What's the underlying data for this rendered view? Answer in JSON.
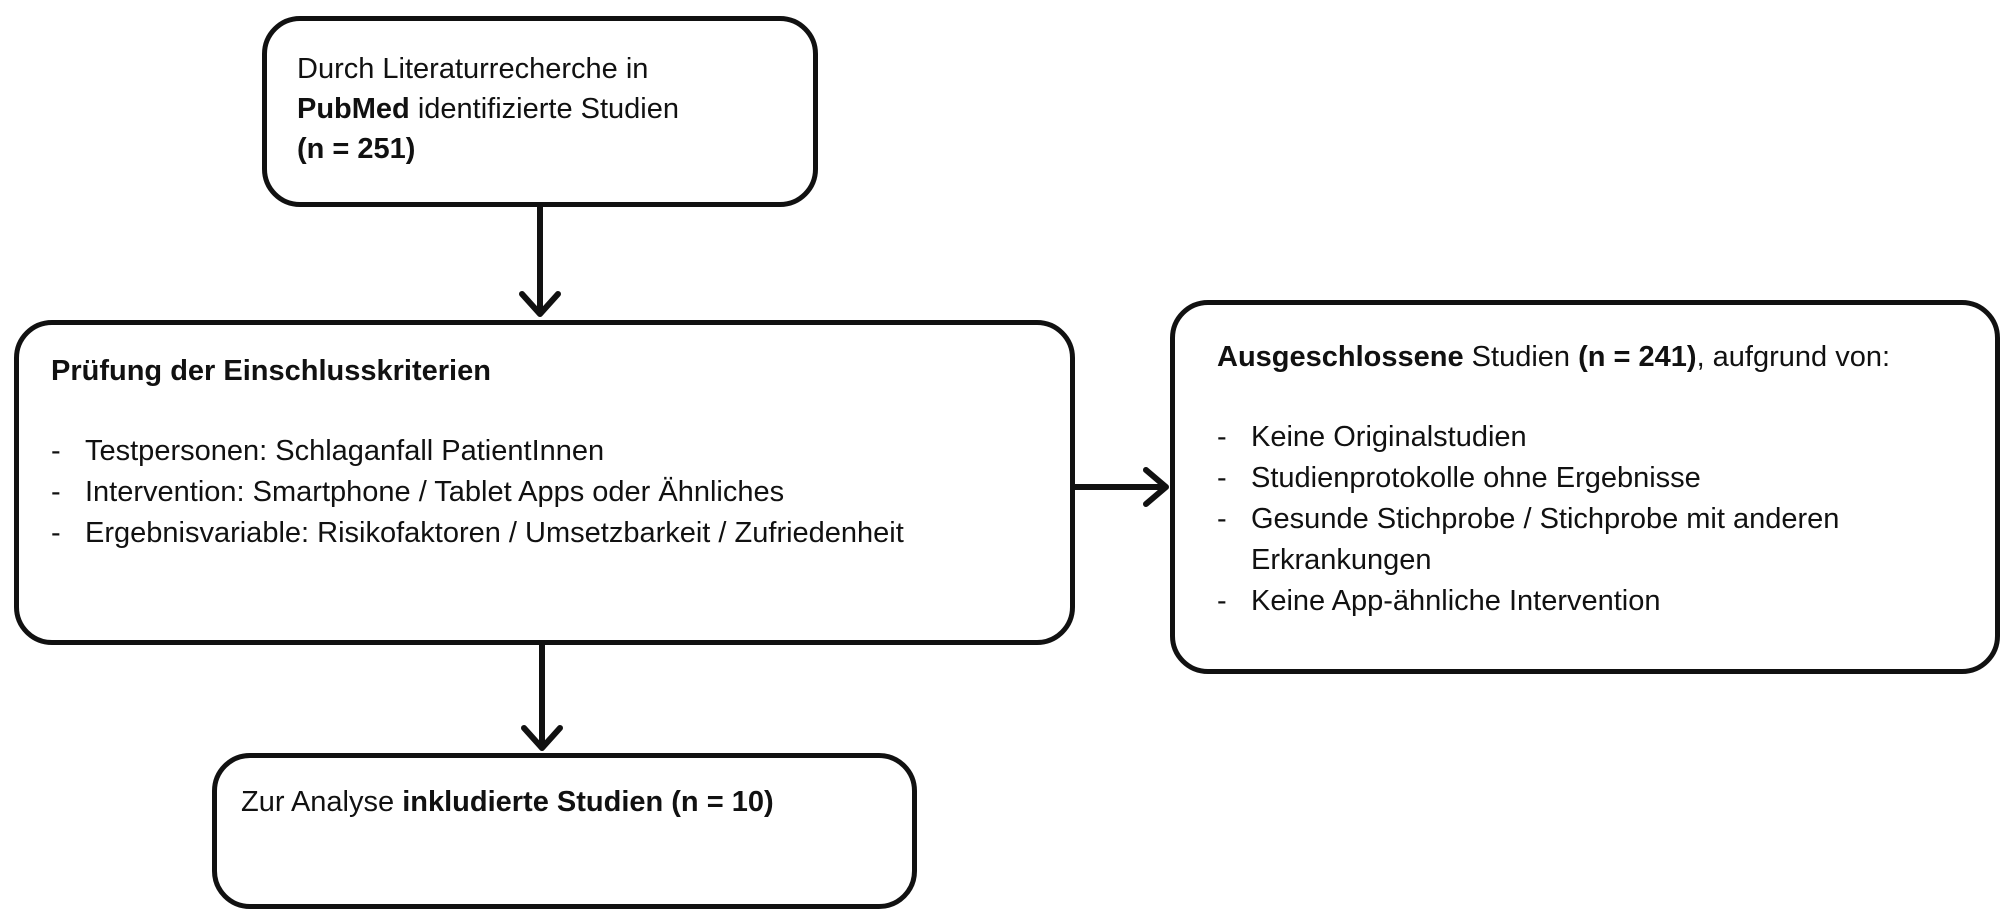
{
  "box_search": {
    "line1": "Durch Literaturrecherche in",
    "line2_bold": "PubMed",
    "line2_rest": " identifizierte Studien",
    "count": "(n = 251)"
  },
  "box_criteria": {
    "title": "Prüfung der Einschlusskriterien",
    "items": [
      "Testpersonen: Schlaganfall PatientInnen",
      "Intervention: Smartphone / Tablet Apps oder Ähnliches",
      "Ergebnisvariable: Risikofaktoren / Umsetzbarkeit / Zufriedenheit"
    ]
  },
  "box_excluded": {
    "title_bold": "Ausgeschlossene",
    "title_mid": " Studien ",
    "count_bold": "(n = 241)",
    "title_rest": ",  aufgrund von:",
    "items": [
      "Keine Originalstudien",
      "Studienprotokolle ohne Ergebnisse",
      "Gesunde Stichprobe / Stichprobe mit anderen",
      "Keine App-ähnliche Intervention"
    ],
    "item3_cont": "Erkrankungen"
  },
  "box_included": {
    "text": "Zur Analyse ",
    "text_bold": "inkludierte Studien (n = 10)"
  }
}
